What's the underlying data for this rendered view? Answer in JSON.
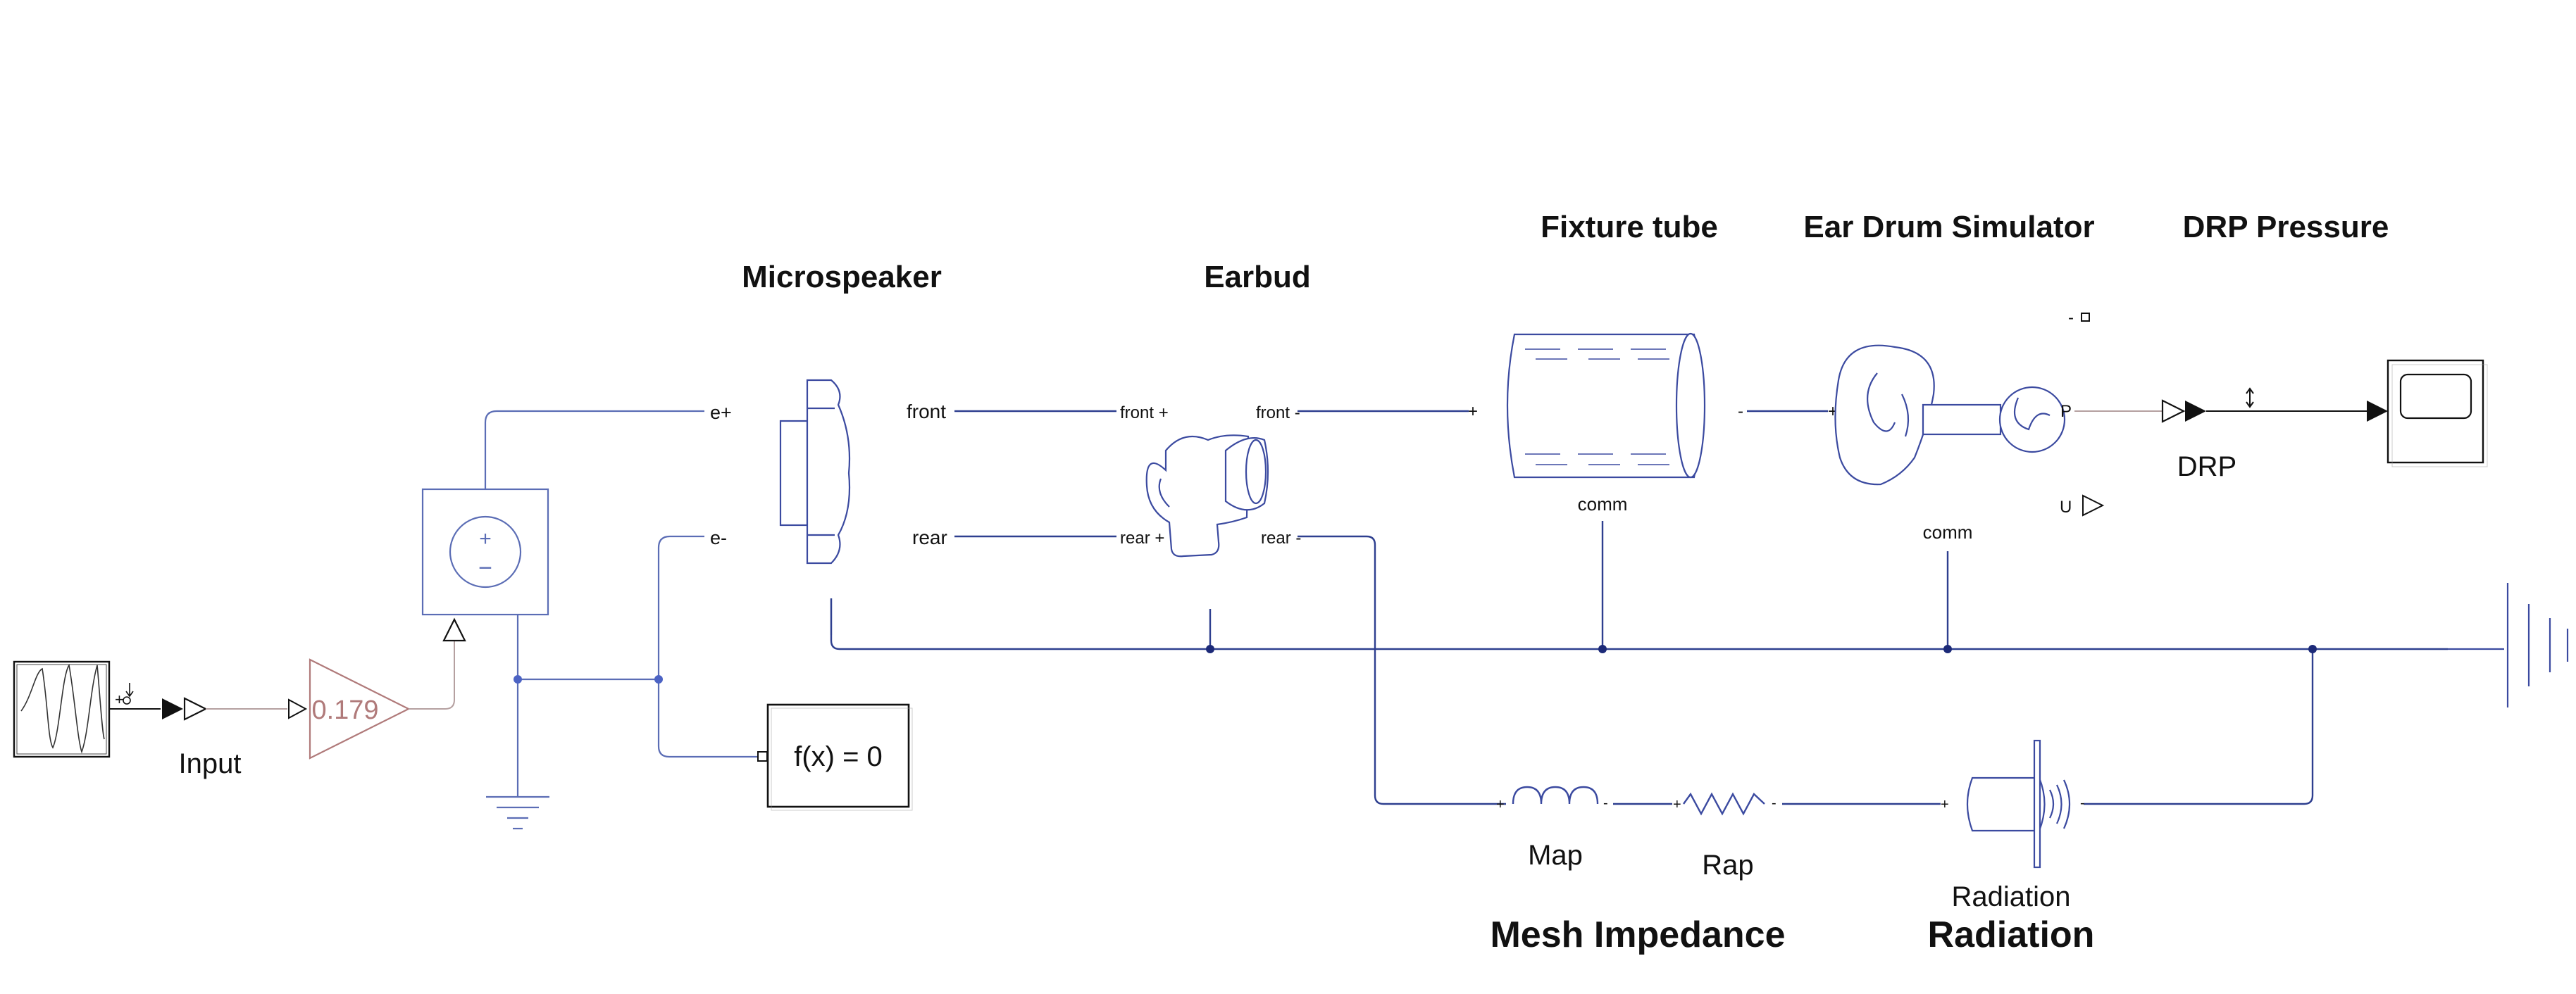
{
  "section_titles": {
    "microspeaker": "Microspeaker",
    "earbud": "Earbud",
    "fixture_tube": "Fixture tube",
    "ear_drum_simulator": "Ear Drum Simulator",
    "drp_pressure": "DRP Pressure",
    "mesh_impedance": "Mesh Impedance",
    "radiation": "Radiation"
  },
  "block_labels": {
    "input": "Input",
    "gain_value": "0.179",
    "solver": "f(x) = 0",
    "drp": "DRP",
    "map": "Map",
    "rap": "Rap",
    "radiation": "Radiation"
  },
  "port_labels": {
    "e_plus": "e+",
    "e_minus": "e-",
    "front": "front",
    "rear": "rear",
    "front_plus": "front +",
    "front_minus": "front -",
    "rear_plus": "rear +",
    "rear_minus": "rear -",
    "tube_plus": "+",
    "tube_minus": "-",
    "tube_comm": "comm",
    "ear_plus": "+",
    "ear_comm": "comm",
    "ear_p": "P",
    "ear_u": "U",
    "ear_minus": "-",
    "mesh_plus": "+",
    "mesh_minus": "-",
    "rap_plus": "+",
    "rap_minus": "-",
    "rad_plus": "+",
    "rad_minus": "-"
  },
  "colors": {
    "physical_line": "#2e3f8f",
    "signal_line": "#5b6db5",
    "gain_block": "#b07a7a",
    "simulink_line": "#b5a0a0"
  }
}
